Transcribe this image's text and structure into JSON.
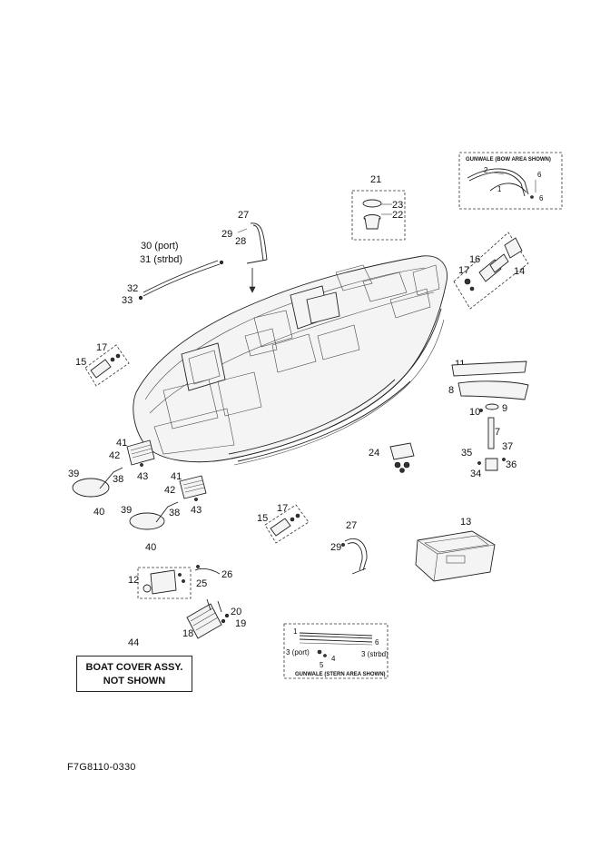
{
  "callouts": {
    "c1a": "1",
    "c2a": "2",
    "c6a": "6",
    "c6b": "6",
    "c21": "21",
    "c23": "23",
    "c22": "22",
    "c27a": "27",
    "c29a": "29",
    "c28": "28",
    "c30": "30 (port)",
    "c31": "31 (strbd)",
    "c32": "32",
    "c33": "33",
    "c16": "16",
    "c17a": "17",
    "c14": "14",
    "c15a": "15",
    "c17b": "17",
    "c11": "11",
    "c8": "8",
    "c10": "10",
    "c9": "9",
    "c7": "7",
    "c35": "35",
    "c37": "37",
    "c34": "34",
    "c36": "36",
    "c24": "24",
    "c41a": "41",
    "c42a": "42",
    "c38a": "38",
    "c43a": "43",
    "c39a": "39",
    "c40a": "40",
    "c41b": "41",
    "c42b": "42",
    "c38b": "38",
    "c43b": "43",
    "c39b": "39",
    "c40b": "40",
    "c15b": "15",
    "c17c": "17",
    "c27b": "27",
    "c29b": "29",
    "c13": "13",
    "c12": "12",
    "c25": "25",
    "c26": "26",
    "c20": "20",
    "c18": "18",
    "c19": "19",
    "c1b": "1",
    "c6c": "6",
    "c3port": "3 (port)",
    "c4": "4",
    "c5": "5",
    "c3strbd": "3 (strbd)"
  },
  "inset_bow_title": "GUNWALE (BOW AREA SHOWN)",
  "inset_stern_title": "GUNWALE (STERN AREA SHOWN)",
  "note": {
    "number": "44",
    "line1": "BOAT COVER ASSY.",
    "line2": "NOT SHOWN"
  },
  "doc_code": "F7G8110-0330"
}
